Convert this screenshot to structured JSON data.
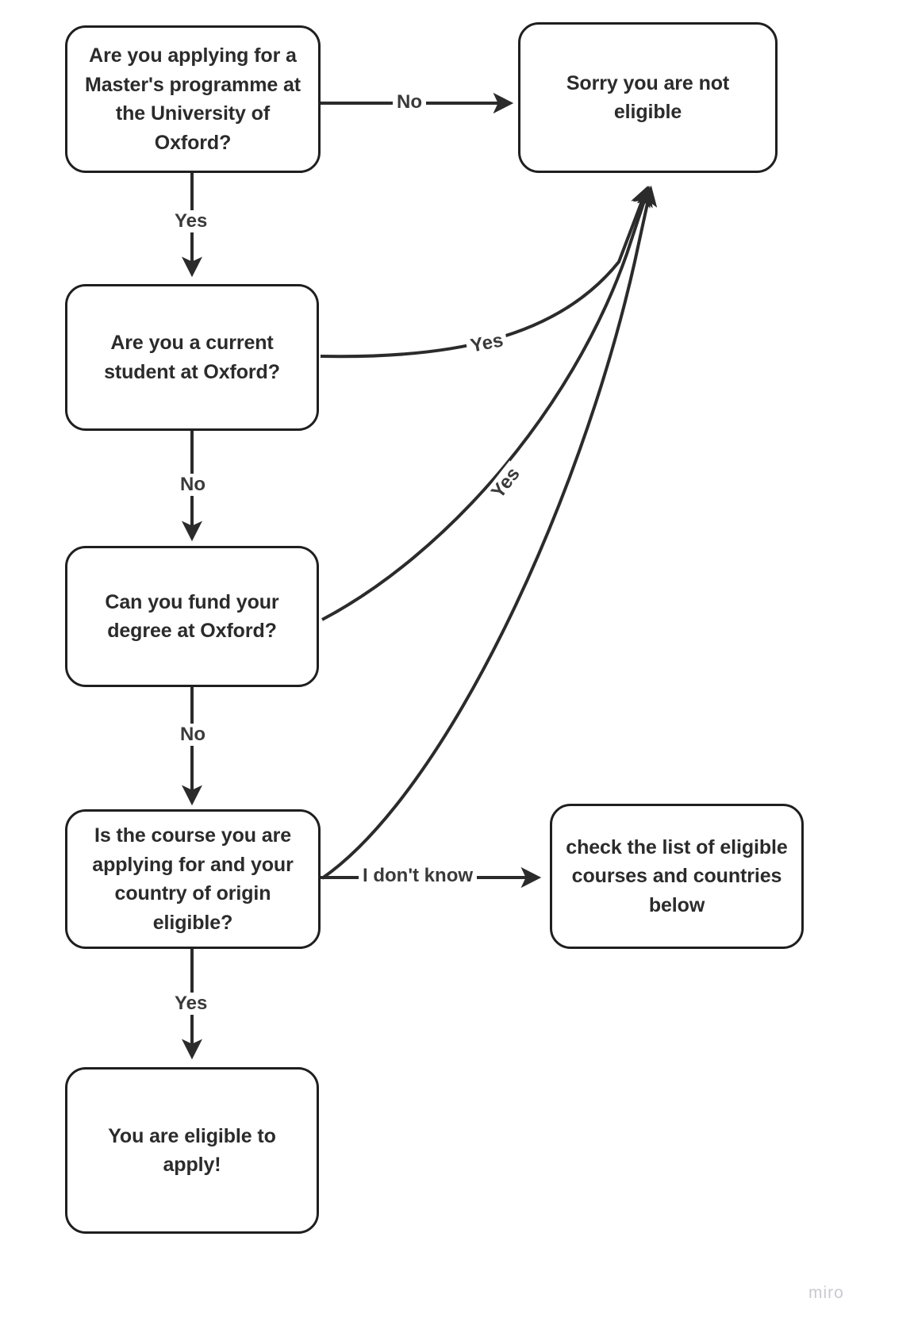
{
  "diagram": {
    "title": "Oxford Master's programme eligibility flowchart",
    "background_color": "#ffffff",
    "node_border_color": "#1f1f1f",
    "text_color": "#2b2b2b",
    "edge_color": "#2b2b2b"
  },
  "nodes": {
    "q_applying": "Are you applying for a Master's programme at the University of Oxford?",
    "q_current_student": "Are you a current student at Oxford?",
    "q_fund": "Can you fund your degree at Oxford?",
    "q_course_country": "Is the course you are applying for and your country of origin eligible?",
    "not_eligible": "Sorry you are not eligible",
    "check_list": "check the list of eligible courses and countries below",
    "eligible": "You are eligible to apply!"
  },
  "edge_labels": {
    "applying_no": "No",
    "applying_yes": "Yes",
    "current_student_yes": "Yes",
    "current_student_no": "No",
    "fund_yes": "Yes",
    "fund_no": "No",
    "course_country_dont_know": "I don't know",
    "course_country_yes": "Yes"
  },
  "watermark": {
    "label": "miro"
  }
}
